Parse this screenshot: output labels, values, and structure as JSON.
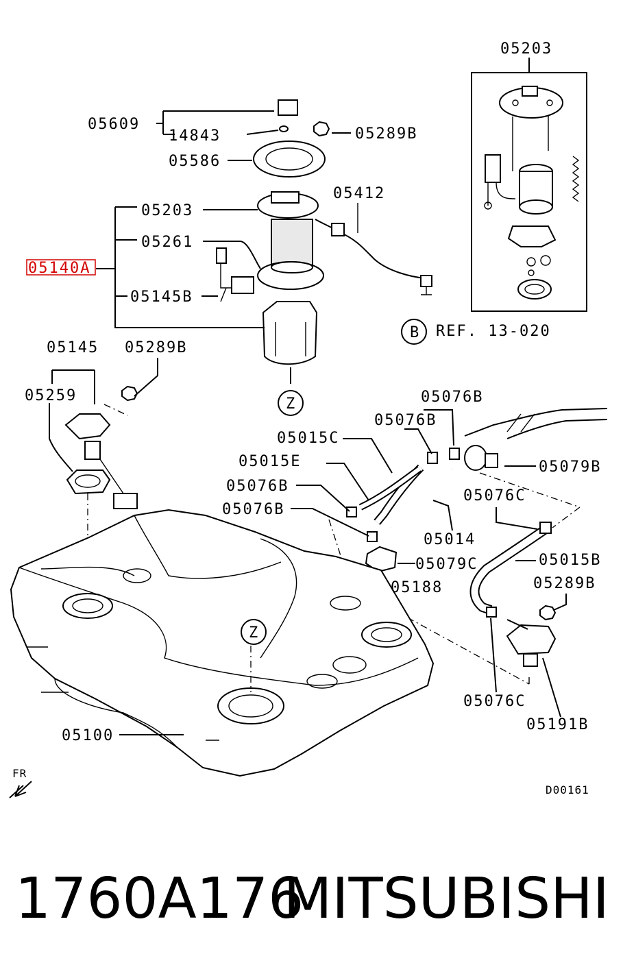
{
  "labels": {
    "l05203_top": "05203",
    "l05609": "05609",
    "l14843": "14843",
    "l05289B_1": "05289B",
    "l05586": "05586",
    "l05203": "05203",
    "l05412": "05412",
    "l05261": "05261",
    "l05140A": "05140A",
    "l05145B": "05145B",
    "ref_circle": "B",
    "ref_text": "REF. 13-020",
    "l05145": "05145",
    "l05289B_2": "05289B",
    "l05259": "05259",
    "z_top": "Z",
    "l05076B_1": "05076B",
    "l05076B_2": "05076B",
    "l05015C": "05015C",
    "l05015E": "05015E",
    "l05079B": "05079B",
    "l05076B_3": "05076B",
    "l05076C_1": "05076C",
    "l05076B_4": "05076B",
    "l05014": "05014",
    "l05079C": "05079C",
    "l05015B": "05015B",
    "l05188": "05188",
    "l05289B_3": "05289B",
    "z_bottom": "Z",
    "l05100": "05100",
    "l05076C_2": "05076C",
    "l05191B": "05191B",
    "fr": "FR",
    "code": "D00161"
  },
  "caption": {
    "part_number": "1760A176",
    "brand": "MITSUBISHI"
  },
  "colors": {
    "highlight": "#d40000",
    "line": "#000000",
    "background": "#ffffff"
  }
}
